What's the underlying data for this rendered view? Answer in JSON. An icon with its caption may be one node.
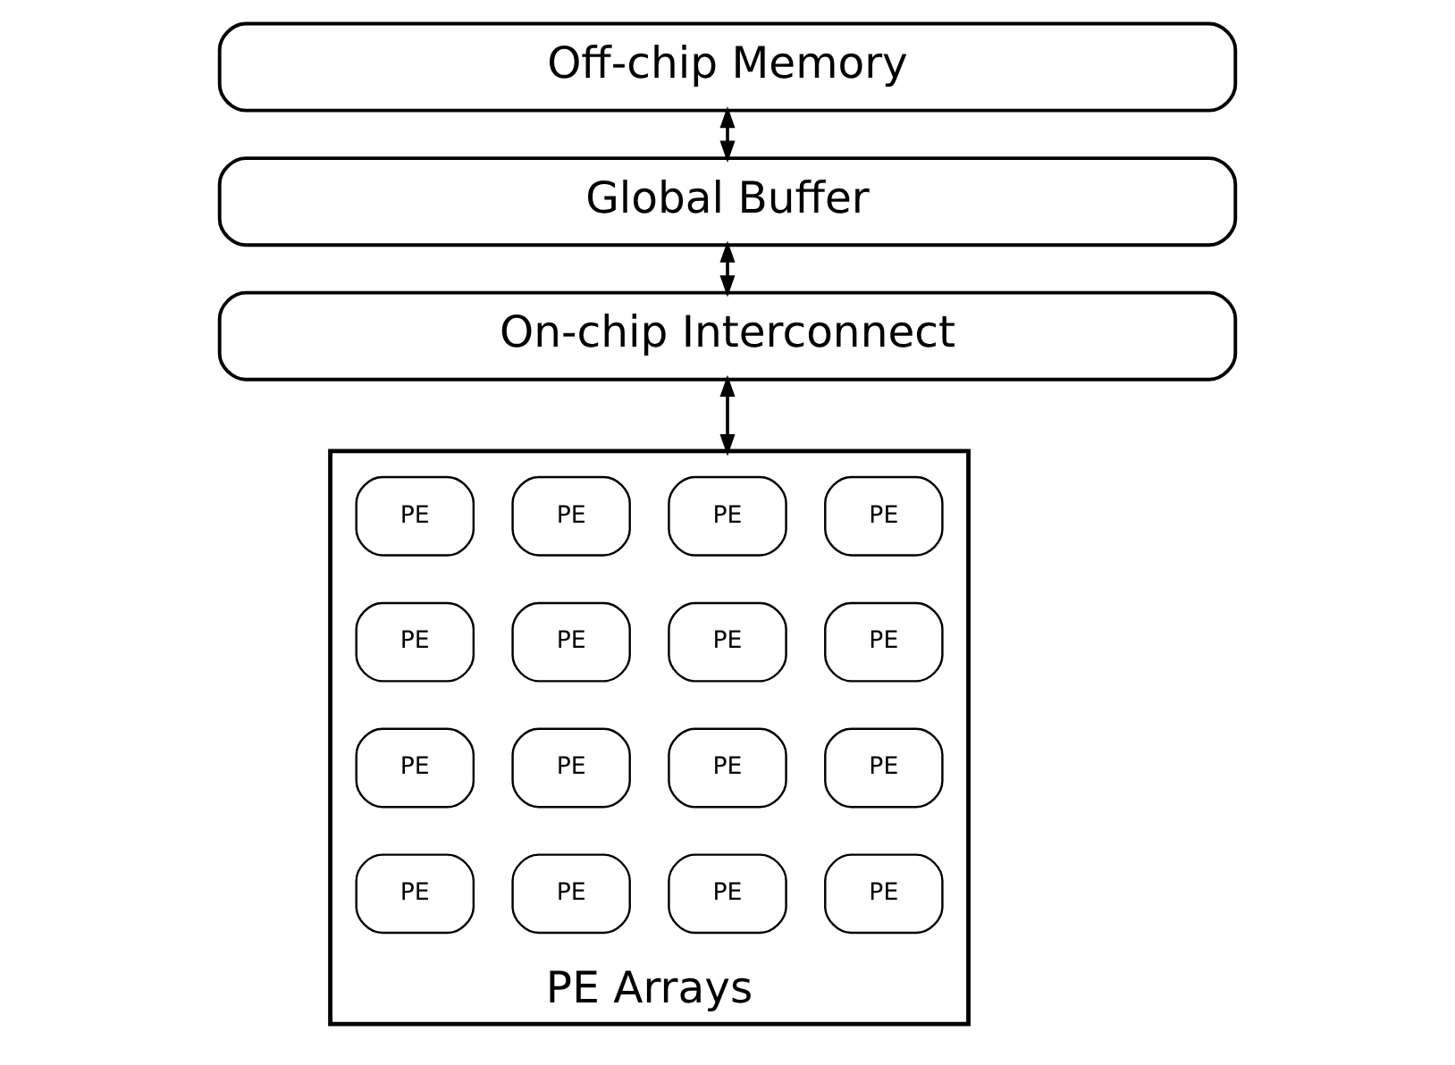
{
  "diagram": {
    "nodes": [
      {
        "text": [
          "Off-chip Memory"
        ]
      },
      {
        "text": [
          "Global Buffer"
        ]
      },
      {
        "text": [
          "On-chip Interconnect"
        ]
      },
      {
        "text": [
          "PE Arrays"
        ]
      },
      {
        "text": [
          "PE"
        ],
        "in": 3
      },
      {
        "text": [
          "PE"
        ],
        "in": 3
      },
      {
        "text": [
          "PE"
        ],
        "in": 3
      },
      {
        "text": [
          "PE"
        ],
        "in": 3
      },
      {
        "text": [
          "PE"
        ],
        "in": 3
      },
      {
        "text": [
          "PE"
        ],
        "in": 3
      },
      {
        "text": [
          "PE"
        ],
        "in": 3
      },
      {
        "text": [
          "PE"
        ],
        "in": 3
      },
      {
        "text": [
          "PE"
        ],
        "in": 3
      },
      {
        "text": [
          "PE"
        ],
        "in": 3
      },
      {
        "text": [
          "PE"
        ],
        "in": 3
      },
      {
        "text": [
          "PE"
        ],
        "in": 3
      },
      {
        "text": [
          "PE"
        ],
        "in": 3
      },
      {
        "text": [
          "PE"
        ],
        "in": 3
      },
      {
        "text": [
          "PE"
        ],
        "in": 3
      },
      {
        "text": [
          "PE"
        ],
        "in": 3
      }
    ],
    "edges": [
      {
        "from": 0,
        "to": 1,
        "arrow": "both"
      },
      {
        "from": 1,
        "to": 2,
        "arrow": "both"
      },
      {
        "from": 2,
        "to": 3,
        "arrow": "both"
      }
    ]
  }
}
